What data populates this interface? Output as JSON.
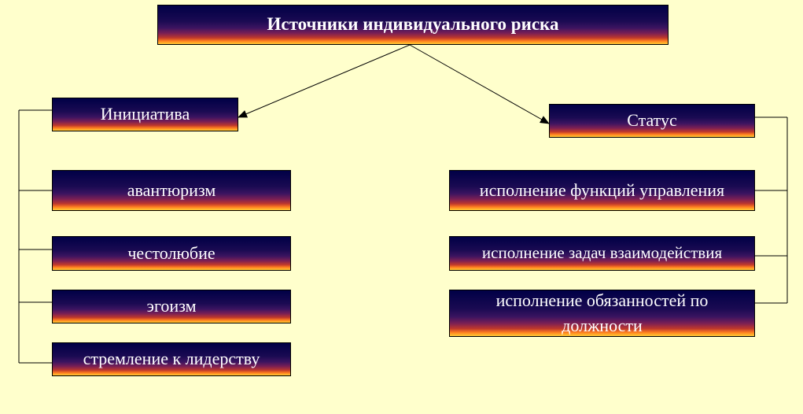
{
  "title": "Источники индивидуального риска",
  "left": {
    "header": "Инициатива",
    "items": [
      "авантюризм",
      "честолюбие",
      "эгоизм",
      "стремление к лидерству"
    ]
  },
  "right": {
    "header": "Статус",
    "items": [
      "исполнение функций управления",
      "исполнение задач взаимодействия",
      "исполнение обязанностей по должности"
    ]
  },
  "colors": {
    "background": "#FFFFCC",
    "box_top": "#000046",
    "box_bottom": "#FFCC33",
    "text": "#FFFFFF",
    "lines": "#000000"
  }
}
